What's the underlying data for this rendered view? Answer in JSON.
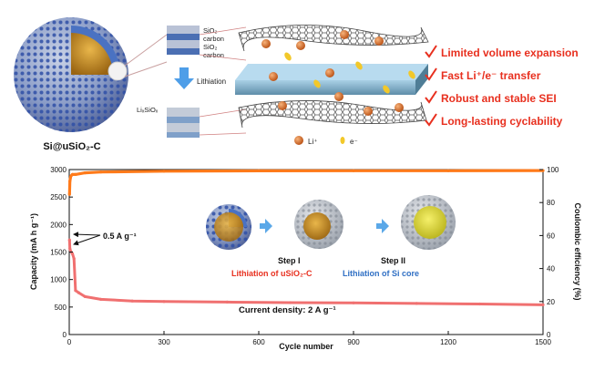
{
  "schematic": {
    "particle_label": "Si@uSiO₂-C",
    "layers_top": [
      "SiO₂",
      "carbon",
      "SiO₂",
      "carbon"
    ],
    "arrow_label": "Lithiation",
    "layer_bottom": "LiₓSiOₓ",
    "legend_li": "Li⁺",
    "legend_e": "e⁻"
  },
  "features": [
    "Limited volume expansion",
    "Fast Li⁺/e⁻ transfer",
    "Robust and stable SEI",
    "Long-lasting cyclability"
  ],
  "colors": {
    "feature_text": "#e8301f",
    "check": "#e8301f",
    "capacity_series": "#f07070",
    "efficiency_series": "#ff7a1a",
    "step1_label": "#e8301f",
    "step2_label": "#2f6fc4",
    "inset_arrow": "#5ba8e8"
  },
  "inset": {
    "step1": "Step I",
    "step1_desc": "Lithiation of uSiO₂-C",
    "step2": "Step II",
    "step2_desc": "Lithiation of Si core"
  },
  "annotations": {
    "rate_low": "0.5 A g⁻¹",
    "current_density": "Current density: 2 A g⁻¹"
  },
  "chart_data": {
    "type": "line",
    "xlabel": "Cycle number",
    "ylabel_left": "Capacity (mA h g⁻¹)",
    "ylabel_right": "Coulombic efficiency (%)",
    "xlim": [
      0,
      1500
    ],
    "ylim_left": [
      0,
      3000
    ],
    "ylim_right": [
      0,
      100
    ],
    "x_ticks": [
      0,
      300,
      600,
      900,
      1200,
      1500
    ],
    "y_left_ticks": [
      0,
      500,
      1000,
      1500,
      2000,
      2500,
      3000
    ],
    "y_right_ticks": [
      0,
      20,
      40,
      60,
      80,
      100
    ],
    "series": [
      {
        "axis": "left",
        "x": [
          1,
          2,
          5,
          10,
          15,
          20,
          30,
          50,
          100,
          200,
          300,
          500,
          700,
          900,
          1100,
          1300,
          1500
        ],
        "y": [
          1720,
          1560,
          1510,
          1470,
          1380,
          800,
          760,
          690,
          640,
          610,
          600,
          590,
          580,
          575,
          565,
          555,
          540
        ]
      },
      {
        "axis": "right",
        "x": [
          1,
          2,
          5,
          10,
          20,
          50,
          100,
          300,
          600,
          900,
          1200,
          1500
        ],
        "y": [
          85,
          93,
          96,
          97,
          97,
          98,
          98.5,
          99,
          99.2,
          99.3,
          99.3,
          99.4
        ]
      }
    ]
  }
}
